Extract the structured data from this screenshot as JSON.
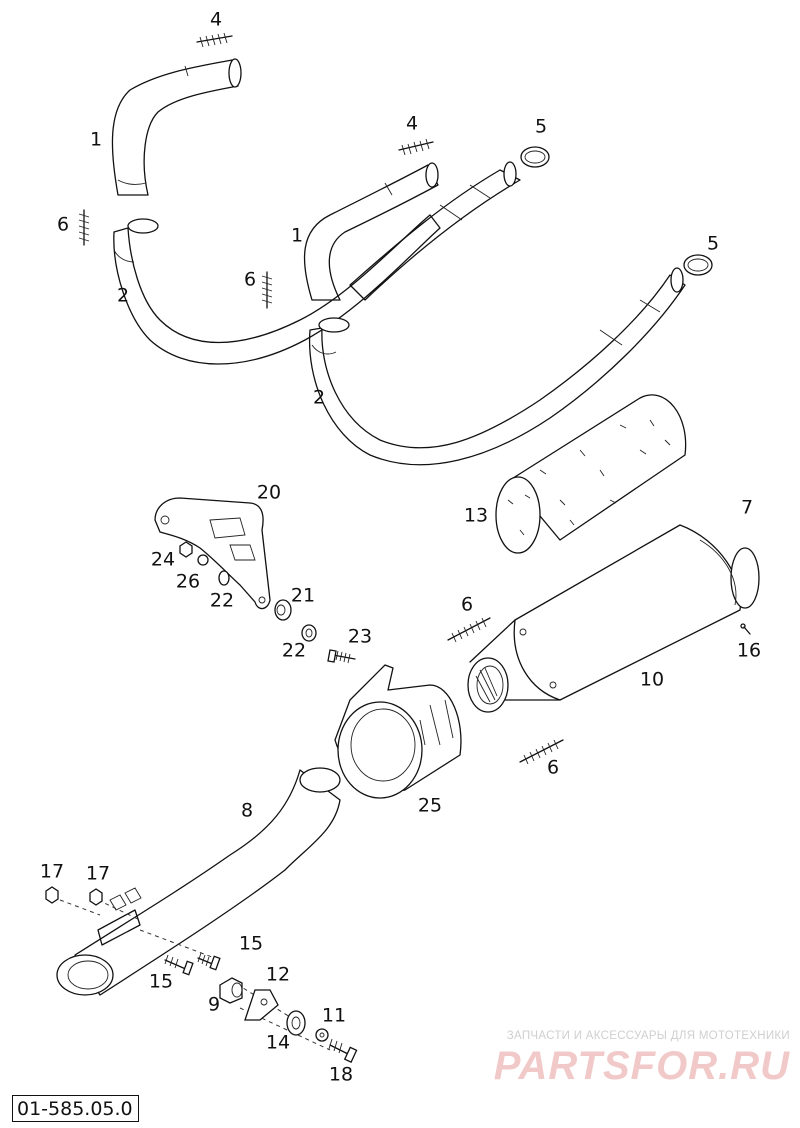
{
  "callouts": {
    "n4a": "4",
    "n4b": "4",
    "n1a": "1",
    "n1b": "1",
    "n5a": "5",
    "n5b": "5",
    "n6a": "6",
    "n6b": "6",
    "n6c": "6",
    "n6d": "6",
    "n2a": "2",
    "n2b": "2",
    "n20": "20",
    "n13": "13",
    "n7": "7",
    "n24": "24",
    "n26": "26",
    "n22a": "22",
    "n21": "21",
    "n22b": "22",
    "n23": "23",
    "n16": "16",
    "n10": "10",
    "n25": "25",
    "n8": "8",
    "n17a": "17",
    "n17b": "17",
    "n15a": "15",
    "n15b": "15",
    "n12": "12",
    "n9": "9",
    "n11": "11",
    "n14": "14",
    "n18": "18"
  },
  "diagram_code": "01-585.05.0",
  "watermark": {
    "tagline": "ЗАПЧАСТИ И АКСЕССУАРЫ ДЛЯ МОТОТЕХНИКИ",
    "logo": "PARTSFOR.RU"
  }
}
